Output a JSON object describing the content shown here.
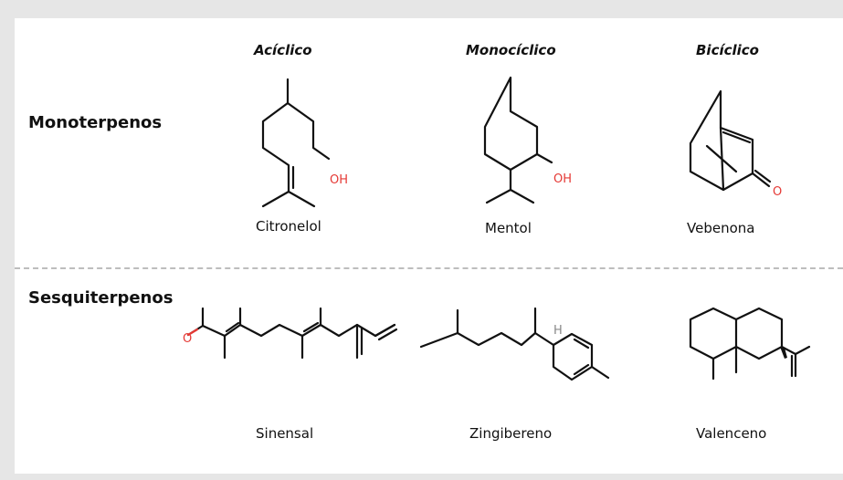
{
  "columns": {
    "acyclic": "Acíclico",
    "monocyclic": "Monocíclico",
    "bicyclic": "Bicíclico"
  },
  "rows": {
    "monoterpenes": "Monoterpenos",
    "sesquiterpenes": "Sesquiterpenos"
  },
  "compounds": {
    "citronellol": {
      "name": "Citronelol",
      "atom_label": "OH"
    },
    "menthol": {
      "name": "Mentol",
      "atom_label": "OH"
    },
    "verbenone": {
      "name": "Vebenona",
      "atom_label": "O"
    },
    "sinensal": {
      "name": "Sinensal",
      "atom_label": "O"
    },
    "zingiberene": {
      "name": "Zingibereno",
      "atom_label": "H"
    },
    "valencene": {
      "name": "Valenceno"
    }
  },
  "colors": {
    "background": "#e6e6e6",
    "panel": "#ffffff",
    "bond": "#111111",
    "heteroatom": "#e53935",
    "hydrogen_label": "#888888",
    "divider": "#bdbdbd"
  }
}
